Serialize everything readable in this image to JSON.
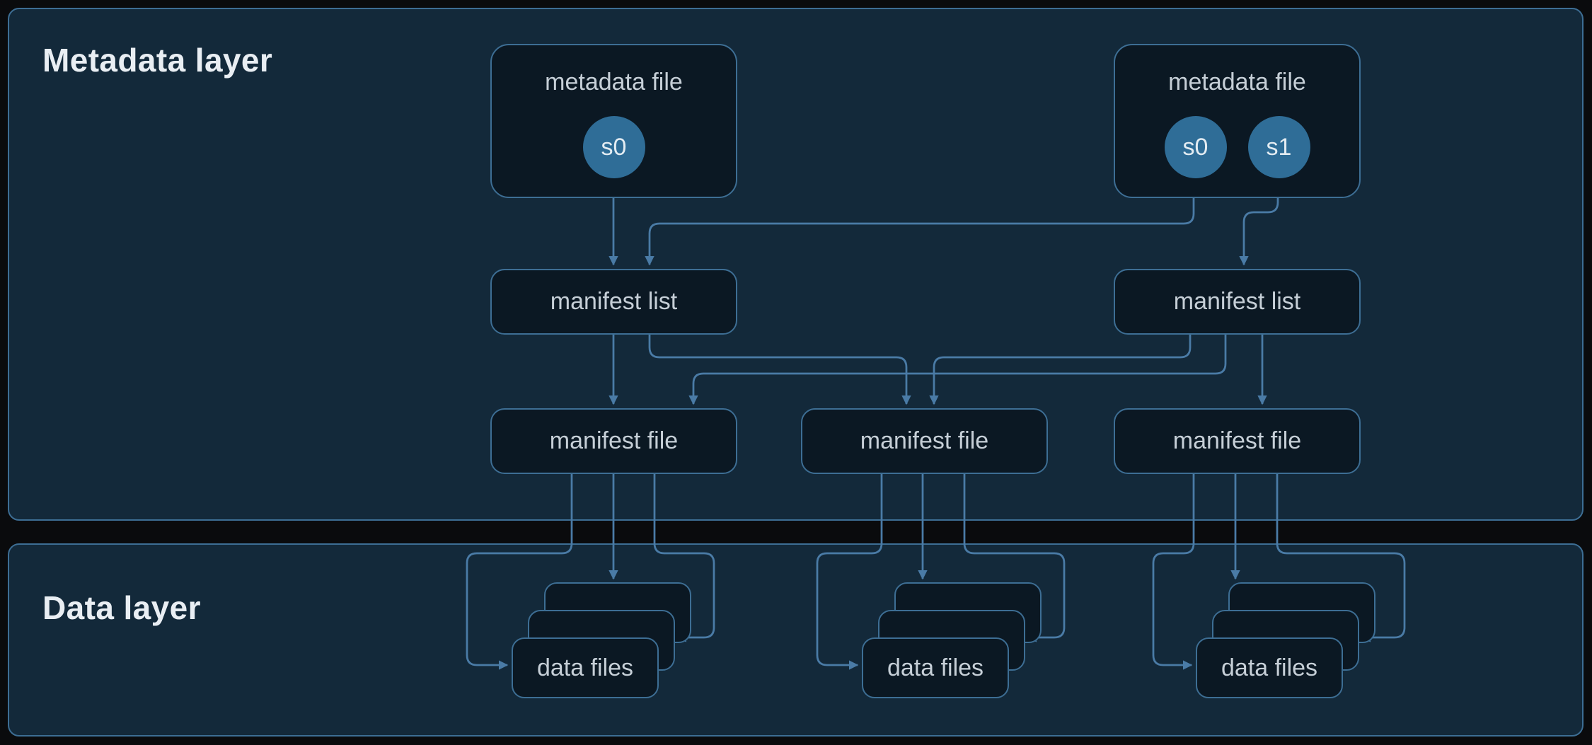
{
  "diagram": {
    "layers": {
      "metadata": {
        "title": "Metadata layer"
      },
      "data": {
        "title": "Data layer"
      }
    },
    "nodes": {
      "metadata_file_left": {
        "label": "metadata file",
        "snapshots": [
          "s0"
        ]
      },
      "metadata_file_right": {
        "label": "metadata file",
        "snapshots": [
          "s0",
          "s1"
        ]
      },
      "manifest_list_left": {
        "label": "manifest list"
      },
      "manifest_list_right": {
        "label": "manifest list"
      },
      "manifest_file_left": {
        "label": "manifest file"
      },
      "manifest_file_mid": {
        "label": "manifest file"
      },
      "manifest_file_right": {
        "label": "manifest file"
      },
      "data_files_left": {
        "label": "data files"
      },
      "data_files_mid": {
        "label": "data files"
      },
      "data_files_right": {
        "label": "data files"
      }
    },
    "colors": {
      "background": "#0a0b0d",
      "layer_fill": "#13293a",
      "node_fill": "#0b1823",
      "border": "#3d6e94",
      "arrow": "#4a7ba6",
      "snapshot_fill": "#2f6d97",
      "text": "#c6cfd7",
      "title": "#e9eef3"
    }
  }
}
